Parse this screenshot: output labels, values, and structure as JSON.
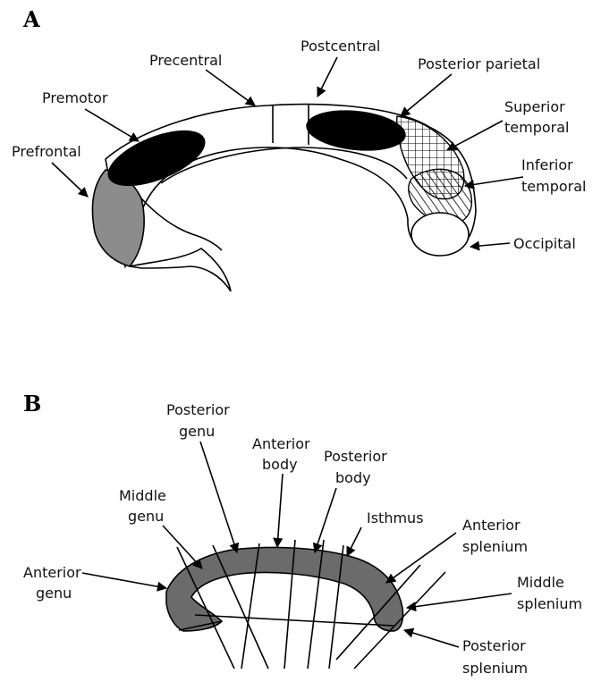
{
  "panel_a": {
    "letter": "A",
    "labels": {
      "precentral": "Precentral",
      "postcentral": "Postcentral",
      "posterior_parietal": "Posterior parietal",
      "premotor": "Premotor",
      "superior_temporal_1": "Superior",
      "superior_temporal_2": "temporal",
      "prefrontal": "Prefrontal",
      "inferior_temporal_1": "Inferior",
      "inferior_temporal_2": "temporal",
      "occipital": "Occipital"
    }
  },
  "panel_b": {
    "letter": "B",
    "labels": {
      "posterior_genu_1": "Posterior",
      "posterior_genu_2": "genu",
      "anterior_body_1": "Anterior",
      "anterior_body_2": "body",
      "posterior_body_1": "Posterior",
      "posterior_body_2": "body",
      "middle_genu_1": "Middle",
      "middle_genu_2": "genu",
      "isthmus": "Isthmus",
      "anterior_splenium_1": "Anterior",
      "anterior_splenium_2": "splenium",
      "middle_splenium_1": "Middle",
      "middle_splenium_2": "splenium",
      "anterior_genu_1": "Anterior",
      "anterior_genu_2": "genu",
      "posterior_splenium_1": "Posterior",
      "posterior_splenium_2": "splenium"
    }
  },
  "colors": {
    "black_region": "#000000",
    "gray_region": "#8c8c8c",
    "callosum_gray": "#6b6b6b"
  }
}
